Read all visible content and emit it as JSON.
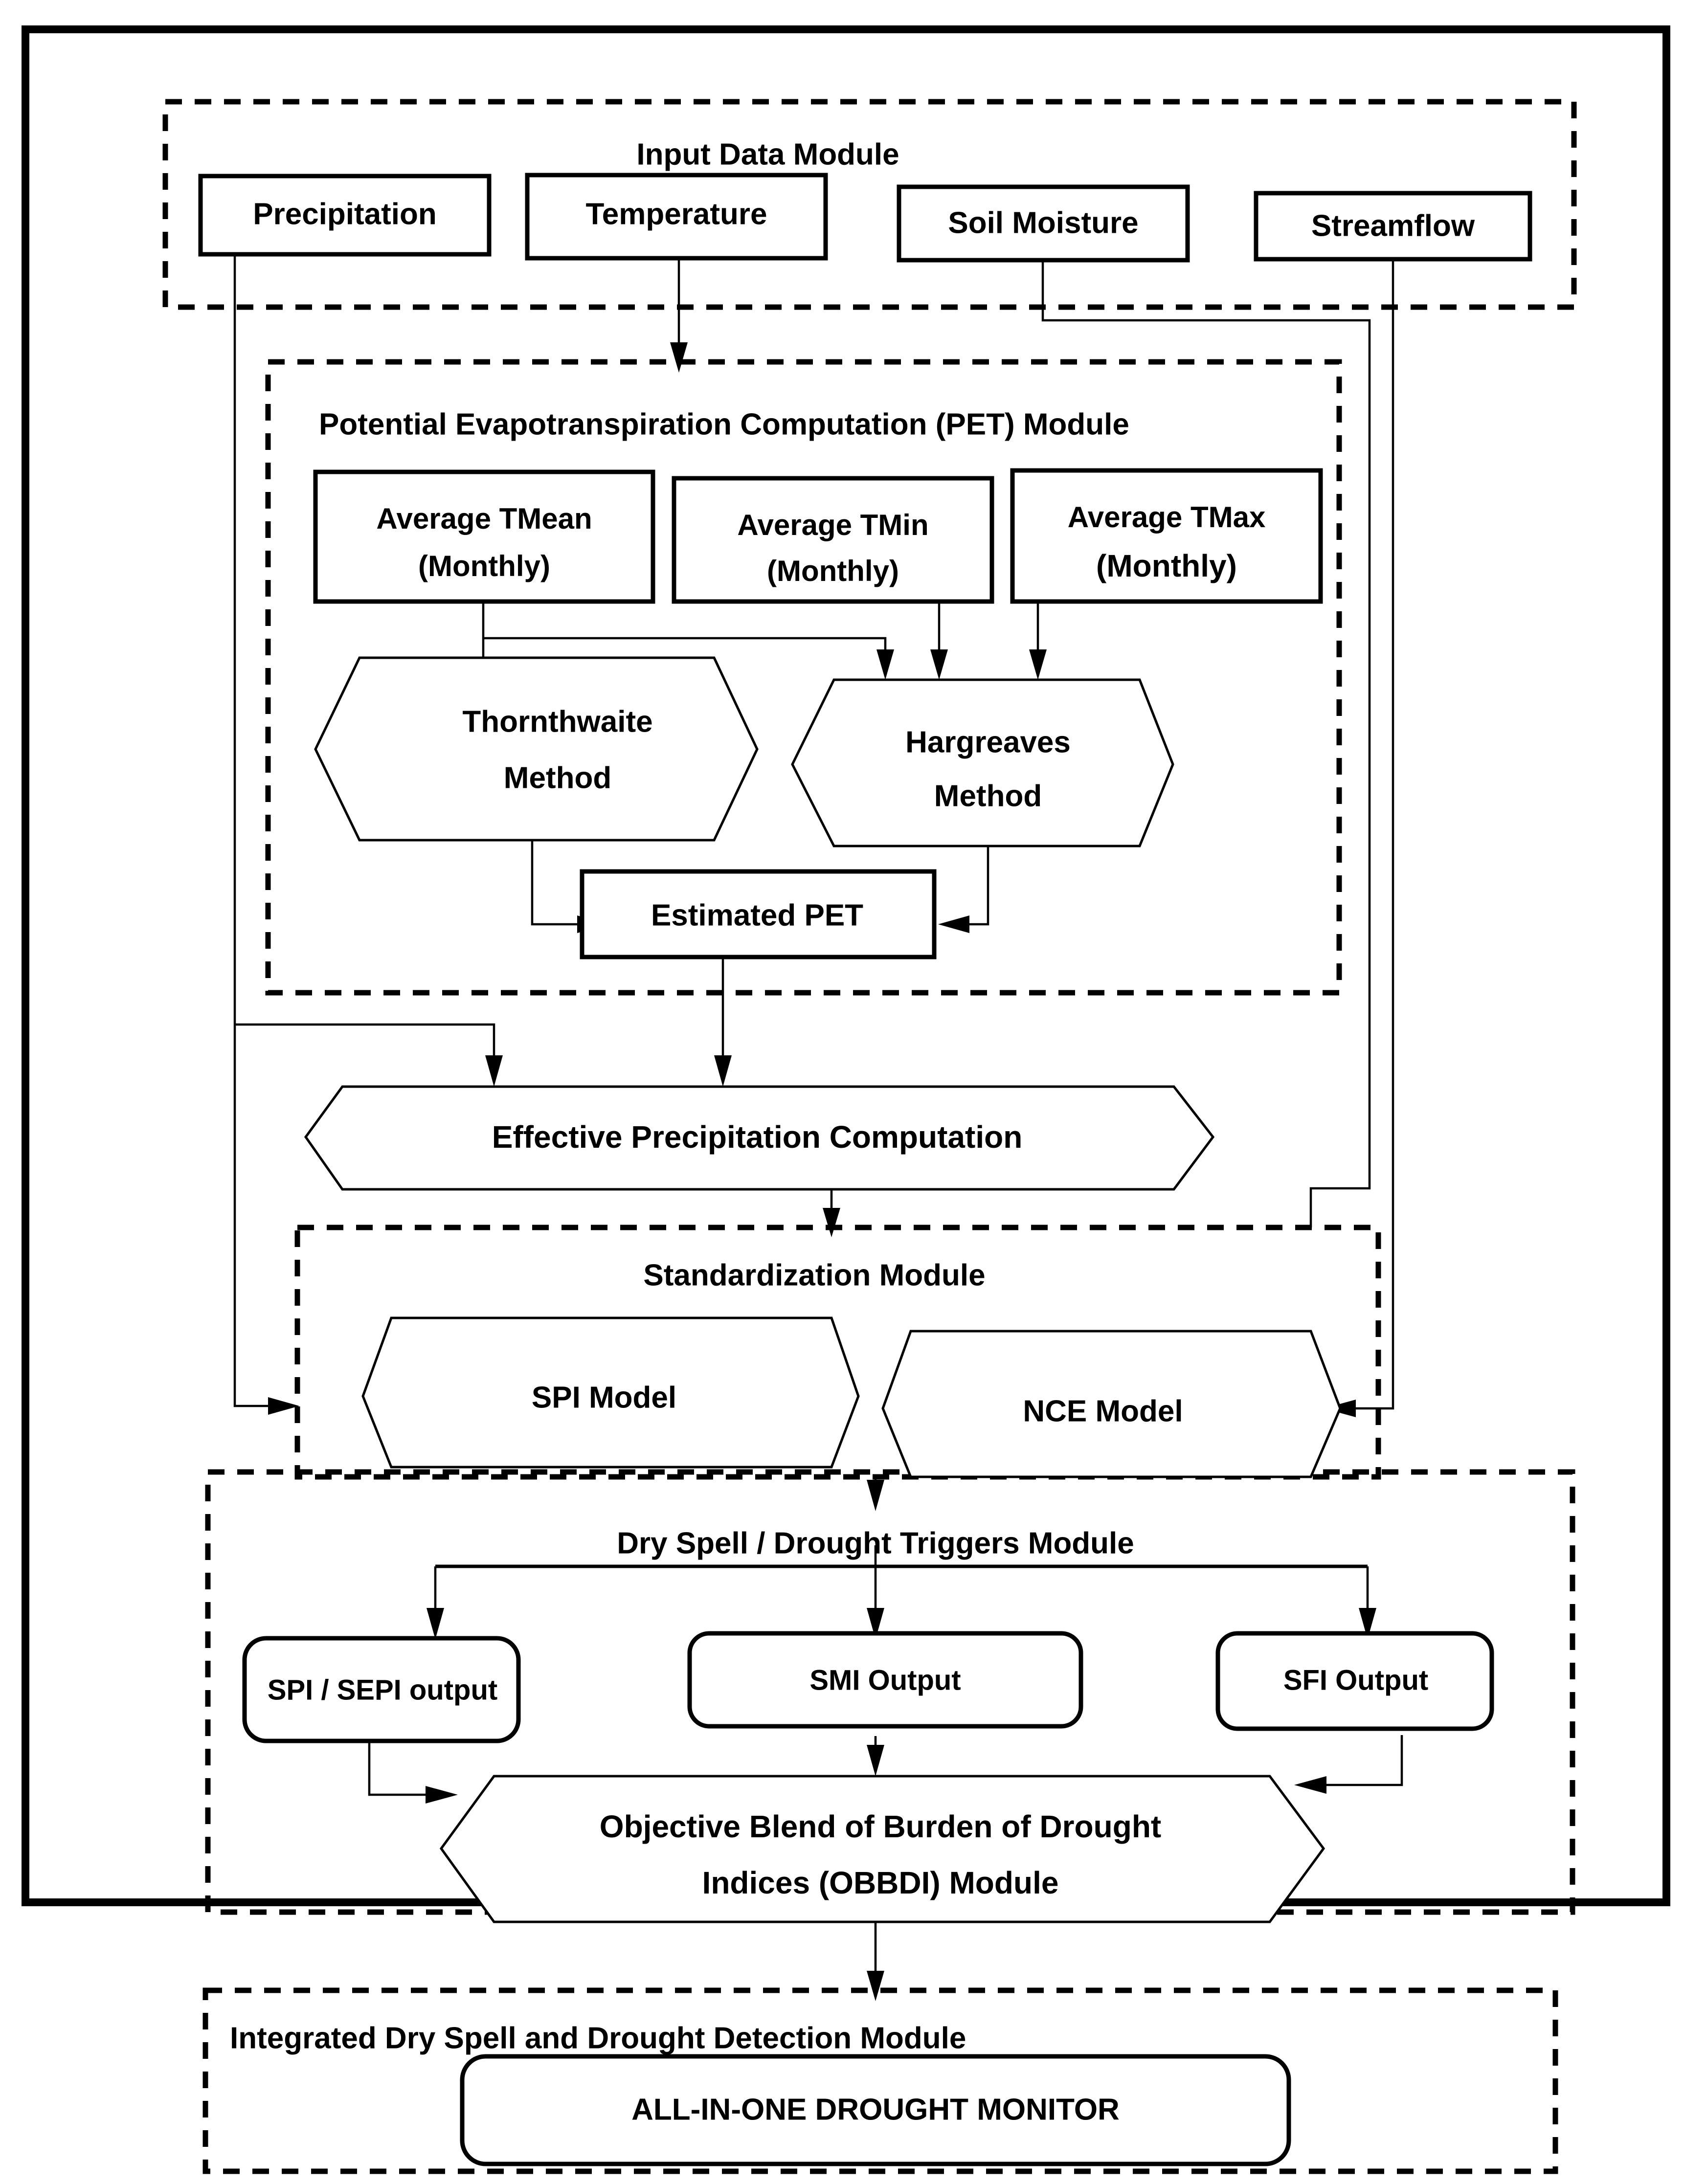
{
  "diagram": {
    "title": "All-in-One Drought Monitor Framework Flowchart",
    "modules": {
      "input": {
        "label": "Input Data Module",
        "boxes": [
          {
            "label": "Precipitation"
          },
          {
            "label": "Temperature"
          },
          {
            "label": "Soil Moisture"
          },
          {
            "label": "Streamflow"
          }
        ]
      },
      "pet": {
        "label": "Potential Evapotranspiration Computation (PET) Module",
        "temperature_boxes": [
          {
            "line1": "Average TMean",
            "line2": "(Monthly)"
          },
          {
            "line1": "Average TMin",
            "line2": "(Monthly)"
          },
          {
            "line1": "Average TMax",
            "line2": "(Monthly)"
          }
        ],
        "methods": [
          {
            "line1": "Thornthwaite",
            "line2": "Method"
          },
          {
            "line1": "Hargreaves",
            "line2": "Method"
          }
        ],
        "output": {
          "label": "Estimated PET"
        }
      },
      "effective_precipitation": {
        "label": "Effective Precipitation Computation"
      },
      "standardization": {
        "label": "Standardization Module",
        "models": [
          {
            "label": "SPI Model"
          },
          {
            "label": "NCE Model"
          }
        ]
      },
      "triggers": {
        "label": "Dry Spell / Drought Triggers Module",
        "outputs": [
          {
            "label": "SPI / SEPI output"
          },
          {
            "label": "SMI Output"
          },
          {
            "label": "SFI Output"
          }
        ],
        "blend": {
          "line1": "Objective Blend of  Burden of  Drought",
          "line2": "Indices (OBBDI) Module"
        }
      },
      "detection": {
        "label": "Integrated Dry Spell and Drought Detection Module",
        "monitor": {
          "label": "ALL-IN-ONE DROUGHT MONITOR"
        }
      }
    },
    "colors": {
      "stroke": "#000000",
      "fill": "#ffffff",
      "text": "#000000"
    }
  }
}
